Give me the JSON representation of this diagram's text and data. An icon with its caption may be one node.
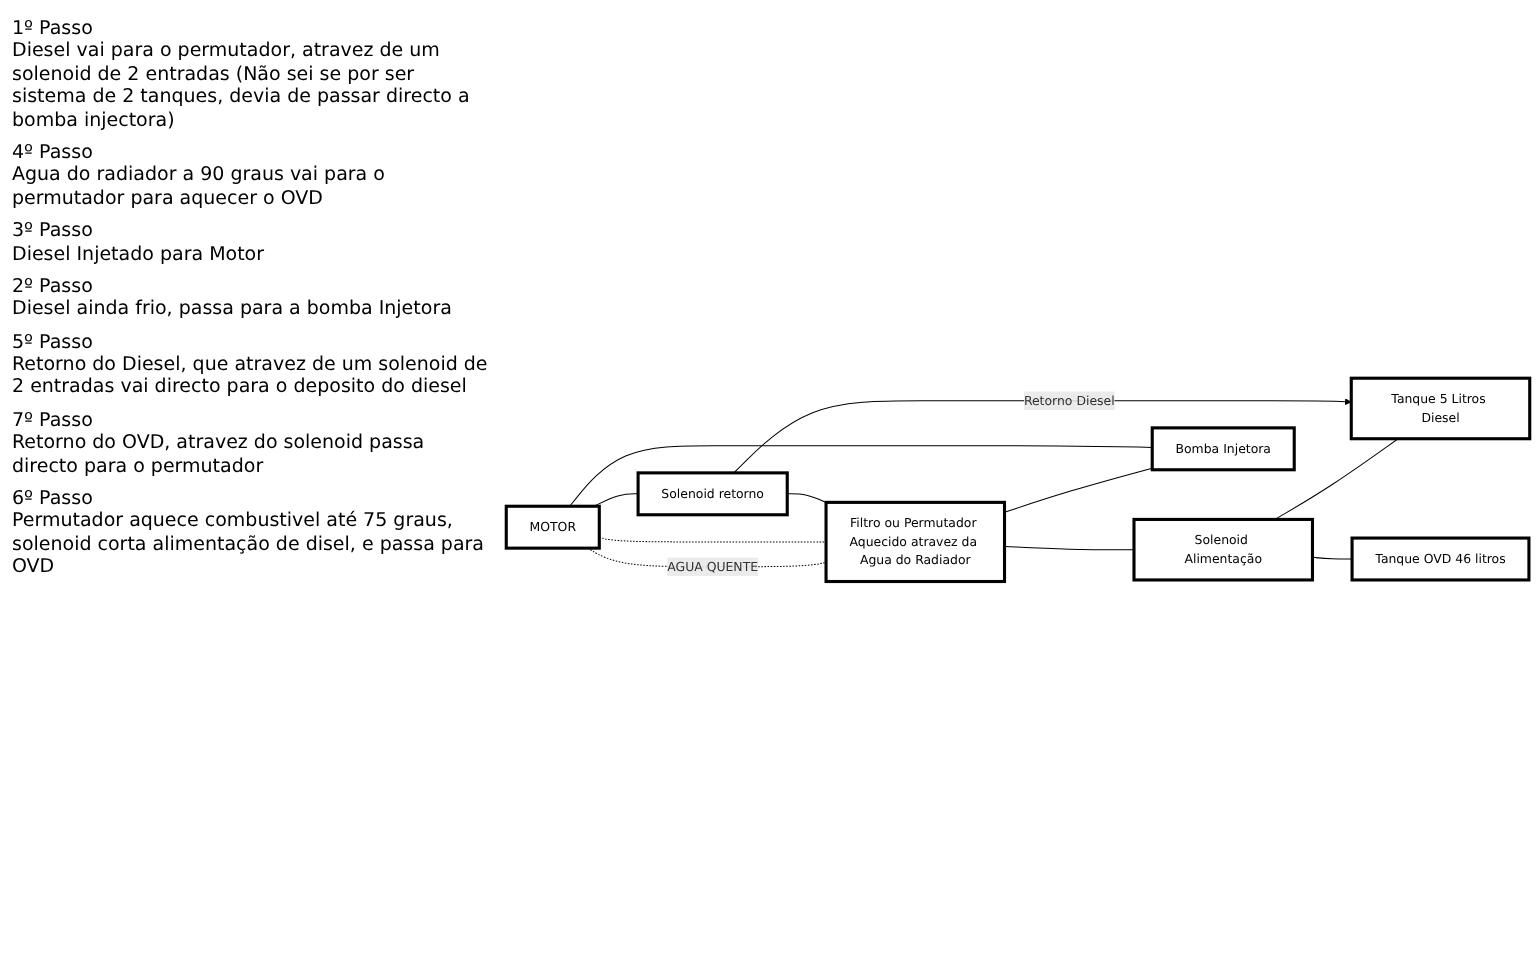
{
  "diagram": {
    "nodes": [
      {
        "text": [
          "MOTOR"
        ]
      },
      {
        "text": [
          "Filtro ou Permutador Aquecido atravez da Agua do Radiador"
        ]
      },
      {
        "text": [
          "Solenoid Alimentação"
        ]
      },
      {
        "text": [
          "Bomba Injetora"
        ]
      },
      {
        "text": [
          "Tanque 5 Litros Diesel"
        ]
      },
      {
        "text": [
          "Solenoid retorno"
        ]
      },
      {
        "text": [
          "Tanque OVD 46 litros"
        ]
      }
    ],
    "edges": [
      {
        "from": 0,
        "to": 1,
        "arrow": "none",
        "style": "dashed",
        "label": "AGUA QUENTE"
      },
      {
        "from": 0,
        "to": 1,
        "arrow": "none",
        "style": "dashed"
      },
      {
        "from": 1,
        "to": 2,
        "arrow": "none"
      },
      {
        "from": 2,
        "to": 4,
        "arrow": "none"
      },
      {
        "from": 2,
        "to": 6,
        "arrow": "none"
      },
      {
        "from": 1,
        "to": 3,
        "arrow": "none"
      },
      {
        "from": 3,
        "to": 0,
        "arrow": "none"
      },
      {
        "from": 0,
        "to": 5,
        "arrow": "none"
      },
      {
        "from": 5,
        "to": 4,
        "arrow": "to",
        "label": "Retorno Diesel"
      },
      {
        "from": 5,
        "to": 1,
        "arrow": "none"
      }
    ],
    "labels": [
      "1º Passo",
      "Diesel vai para o permutador, atravez de um solenoid de 2 entradas (Não sei se por ser sistema de 2 tanques, devia de passar directo a bomba injectora)",
      "4º Passo",
      "Agua do radiador a 90 graus vai para o permutador para aquecer o OVD",
      "3º Passo",
      "Diesel Injetado para Motor",
      "2º Passo",
      "Diesel ainda frio, passa para a bomba Injetora",
      "5º Passo",
      "Retorno do Diesel, que atravez de um solenoid de 2 entradas vai directo para o deposito do diesel",
      "7º Passo",
      "Retorno do OVD, atravez do solenoid passa directo para o permutador",
      "6º Passo",
      "Permutador aquece combustivel até 75 graus, solenoid corta alimentação de disel, e passa para OVD"
    ]
  }
}
